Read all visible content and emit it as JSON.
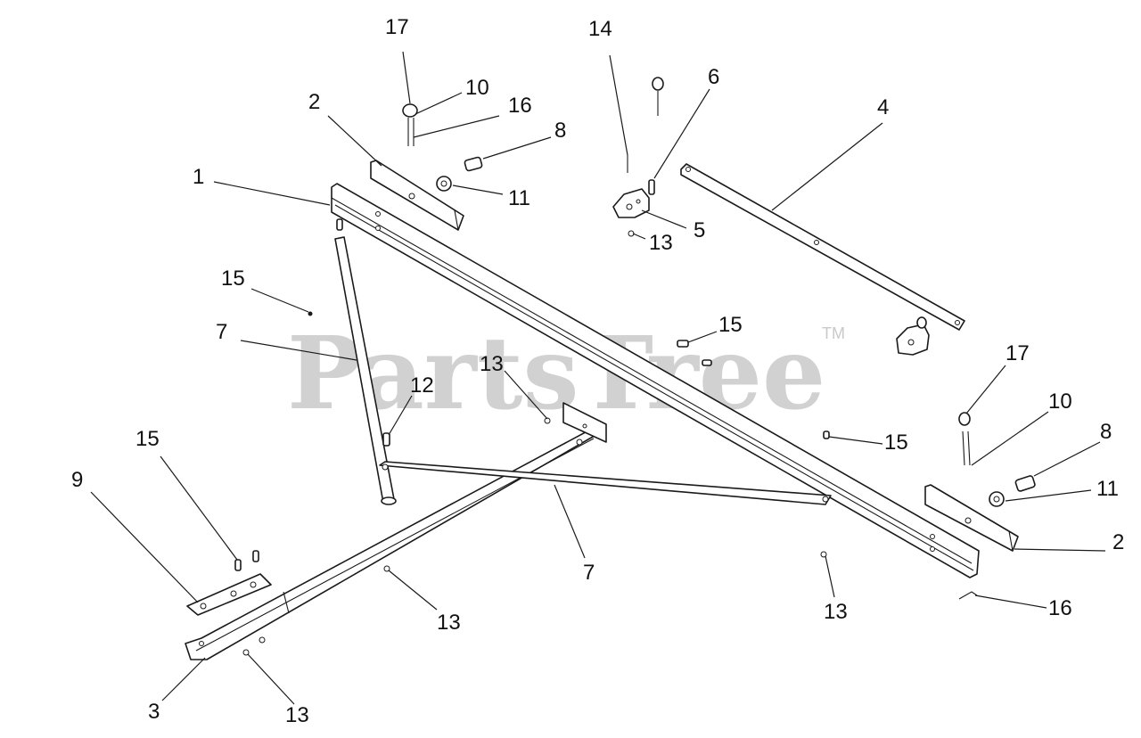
{
  "watermark": {
    "brand": "PartsTree",
    "trademark": "TM"
  },
  "callouts": [
    {
      "label": "17"
    },
    {
      "label": "10"
    },
    {
      "label": "16"
    },
    {
      "label": "2"
    },
    {
      "label": "8"
    },
    {
      "label": "1"
    },
    {
      "label": "11"
    },
    {
      "label": "14"
    },
    {
      "label": "6"
    },
    {
      "label": "4"
    },
    {
      "label": "5"
    },
    {
      "label": "13"
    },
    {
      "label": "15"
    },
    {
      "label": "7"
    },
    {
      "label": "15"
    },
    {
      "label": "13"
    },
    {
      "label": "12"
    },
    {
      "label": "17"
    },
    {
      "label": "10"
    },
    {
      "label": "15"
    },
    {
      "label": "8"
    },
    {
      "label": "11"
    },
    {
      "label": "2"
    },
    {
      "label": "15"
    },
    {
      "label": "9"
    },
    {
      "label": "7"
    },
    {
      "label": "13"
    },
    {
      "label": "13"
    },
    {
      "label": "16"
    },
    {
      "label": "3"
    },
    {
      "label": "13"
    }
  ]
}
